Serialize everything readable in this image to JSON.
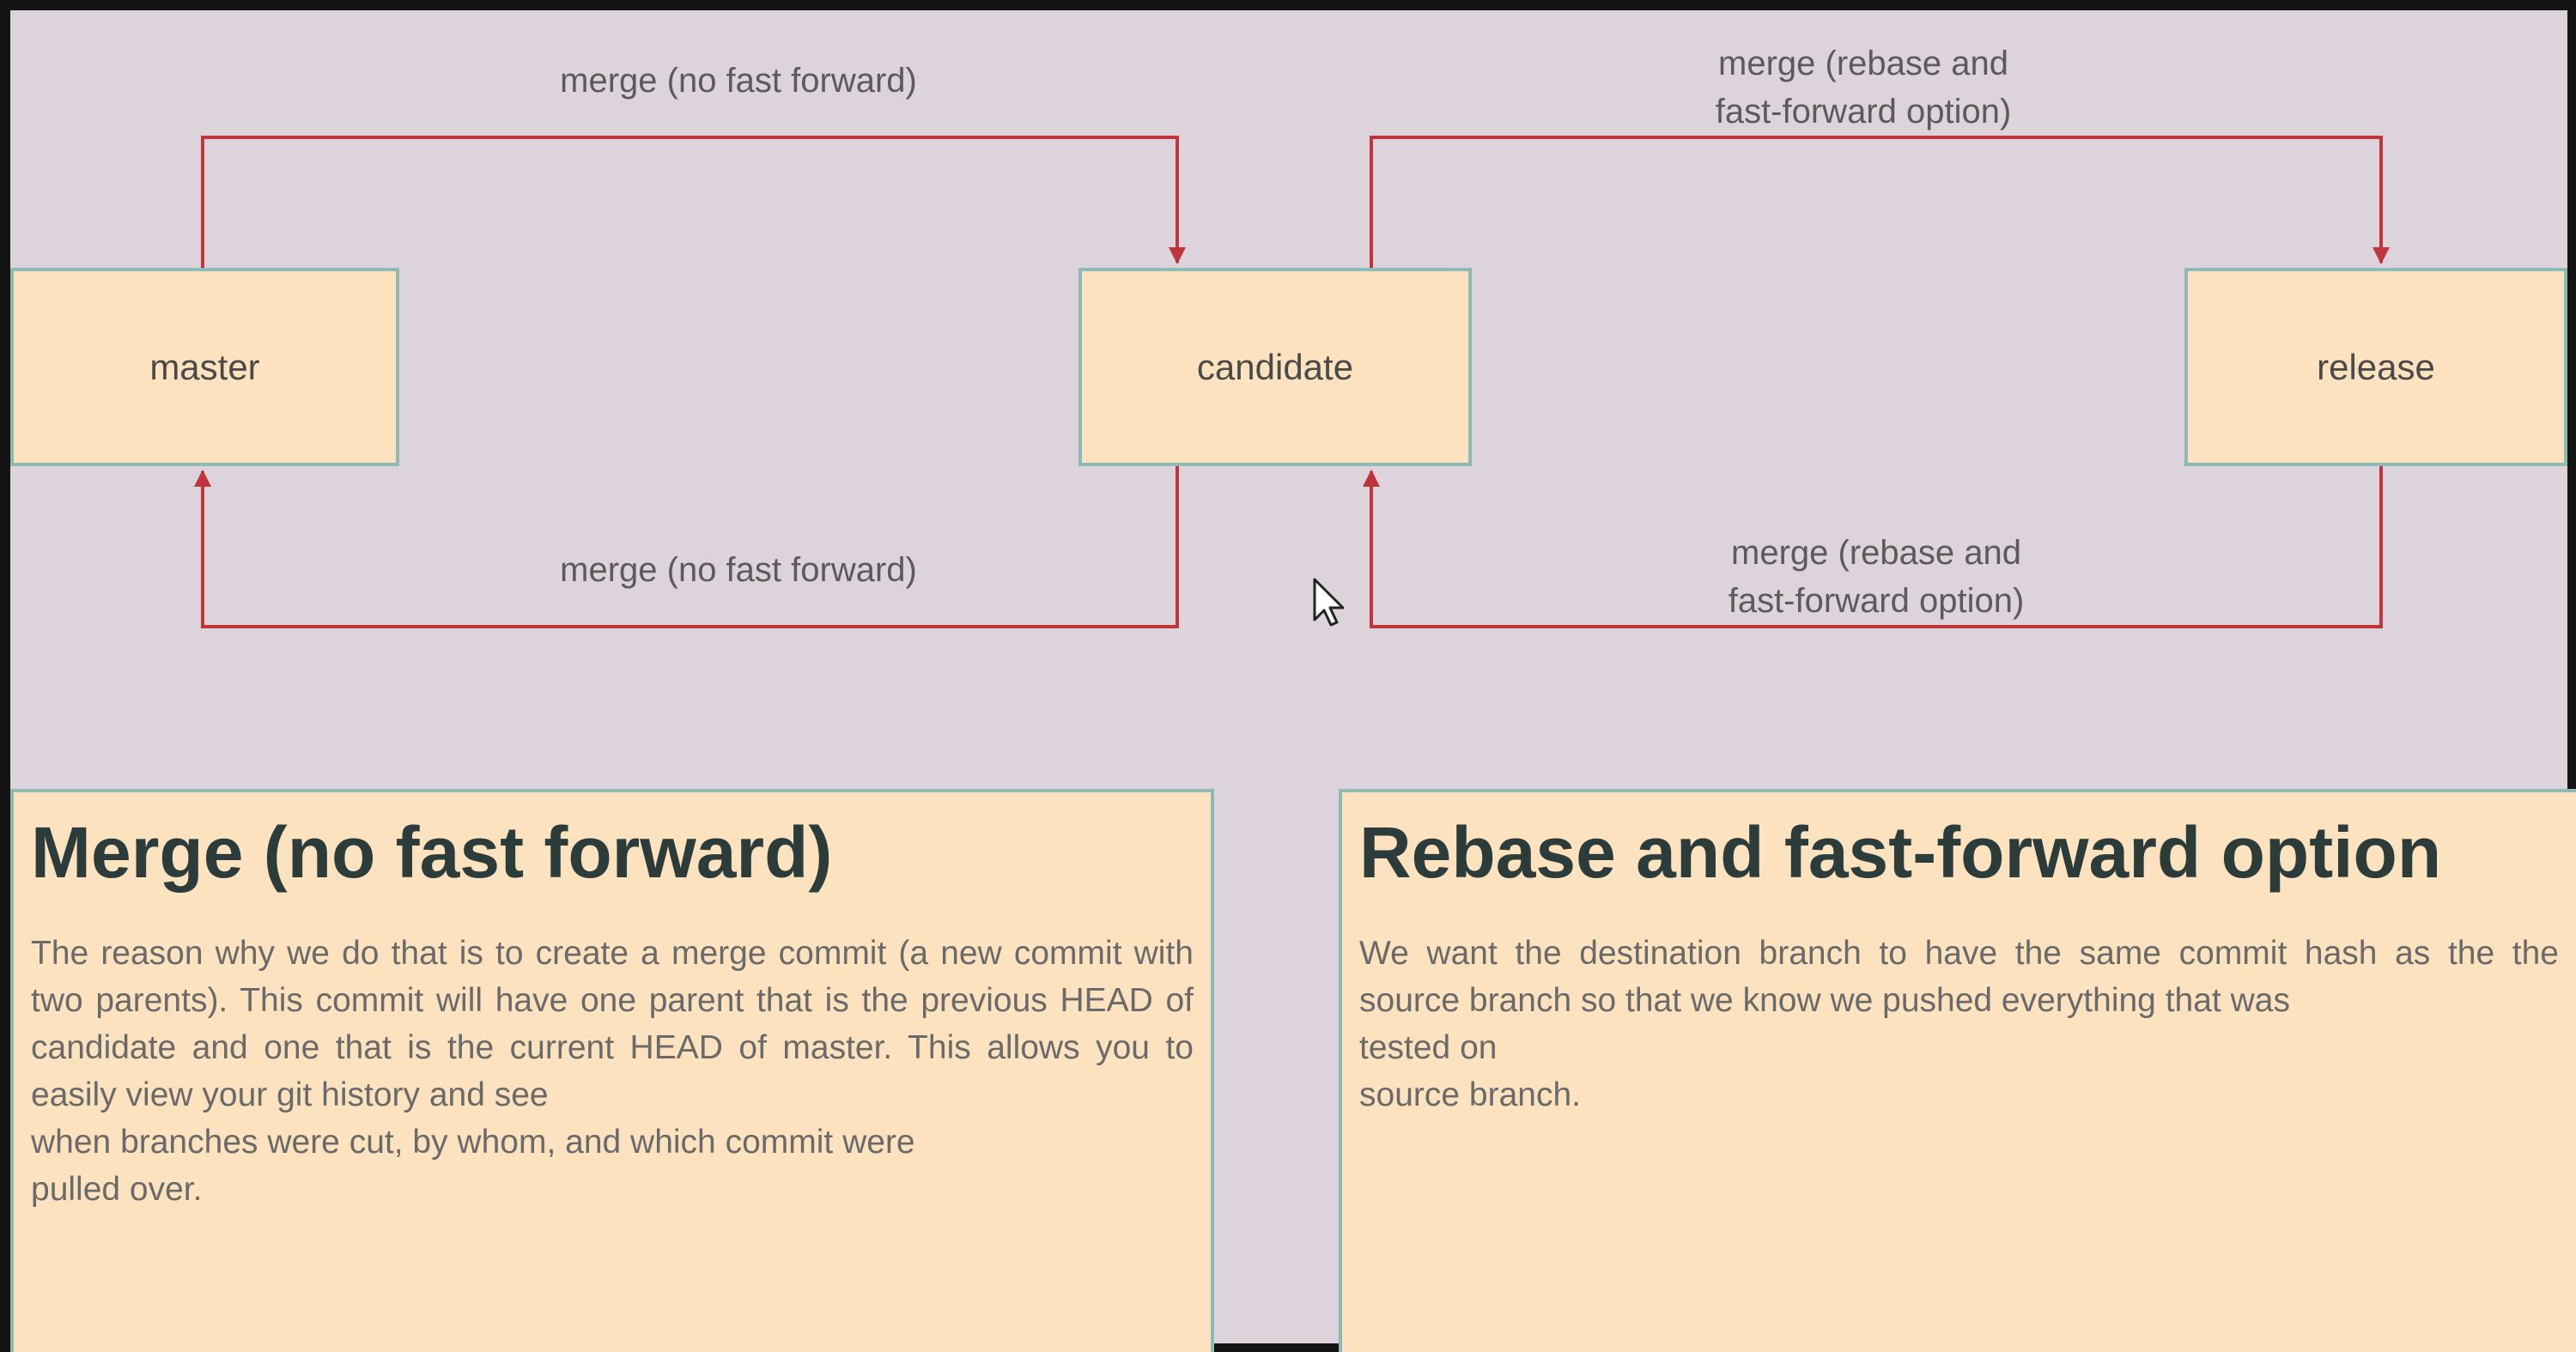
{
  "diagram": {
    "nodes": {
      "master": "master",
      "candidate": "candidate",
      "release": "release"
    },
    "edges": {
      "master_to_candidate": "merge (no fast forward)",
      "candidate_to_release_1": "merge (rebase and",
      "candidate_to_release_2": "fast-forward option)",
      "candidate_to_master": "merge (no fast forward)",
      "release_to_candidate_1": "merge (rebase and",
      "release_to_candidate_2": "fast-forward option)"
    },
    "colors": {
      "edge": "#c0353c",
      "node_fill": "#fde2bf",
      "node_border": "#8fb9b4",
      "background": "#ddd3db"
    }
  },
  "panels": {
    "merge": {
      "title": "Merge (no fast forward)",
      "body": "The reason why we do that is to create a merge commit (a new commit with two parents). This commit will have one parent that is the previous HEAD of candidate and one that is the current HEAD of master. This allows you to easily view your git history and see",
      "body_end_1": "when branches were cut, by whom, and which commit were",
      "body_end_2": "pulled over."
    },
    "rebase": {
      "title": "Rebase and fast-forward option",
      "body": "We want the destination branch to have the same commit hash as the the source branch so that we know we pushed everything that was",
      "body_end_1": "tested on",
      "body_end_2": "source branch."
    }
  },
  "cursor": "arrow-cursor-icon"
}
